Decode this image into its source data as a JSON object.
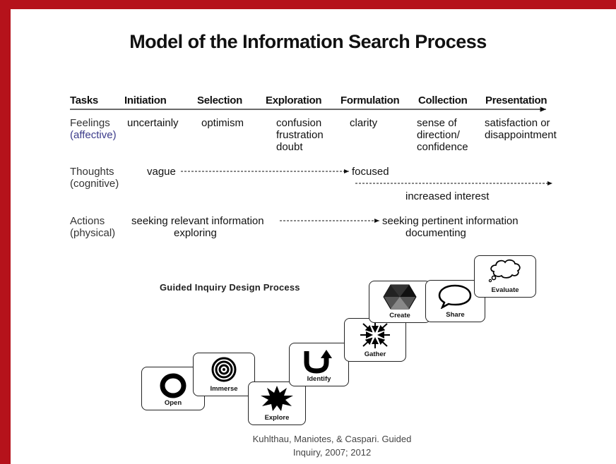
{
  "title": "Model of the Information Search Process",
  "tasks_header": {
    "tasks": "Tasks",
    "stages": [
      "Initiation",
      "Selection",
      "Exploration",
      "Formulation",
      "Collection",
      "Presentation"
    ]
  },
  "feelings": {
    "label_line1": "Feelings",
    "label_line2": "(affective)",
    "initiation": "uncertainly",
    "selection": "optimism",
    "exploration": [
      "confusion",
      "frustration",
      "doubt"
    ],
    "formulation": "clarity",
    "collection": [
      "sense of",
      "direction/",
      "confidence"
    ],
    "presentation": [
      "satisfaction or",
      "disappointment"
    ]
  },
  "thoughts": {
    "label_line1": "Thoughts",
    "label_line2": "(cognitive)",
    "start": "vague",
    "end": "focused",
    "interest": "increased interest"
  },
  "actions": {
    "label_line1": "Actions",
    "label_line2": "(physical)",
    "start": "seeking relevant information",
    "start_sub": "exploring",
    "end": "seeking pertinent information",
    "end_sub": "documenting"
  },
  "guided_inquiry": {
    "title": "Guided Inquiry Design Process",
    "steps": [
      "Open",
      "Immerse",
      "Explore",
      "Identify",
      "Gather",
      "Create",
      "Share",
      "Evaluate"
    ]
  },
  "credit": {
    "line1": "Kuhlthau, Maniotes, & Caspari. Guided",
    "line2": "Inquiry, 2007; 2012"
  },
  "colors": {
    "frame": "#b5121b",
    "label_blue": "#3b3b8a"
  }
}
